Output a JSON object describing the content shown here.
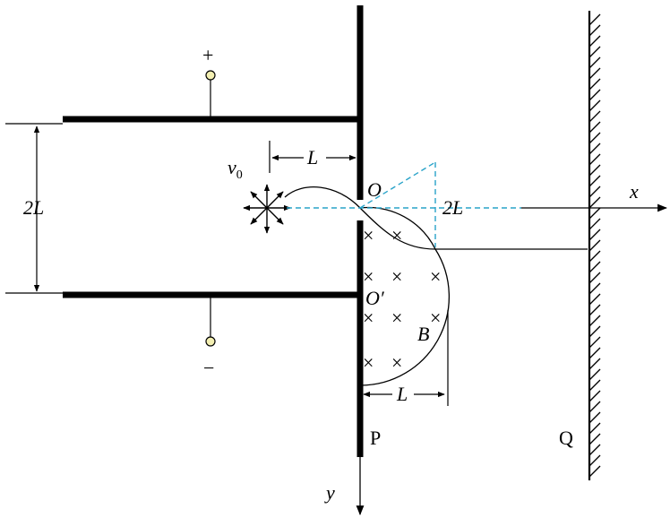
{
  "diagram": {
    "labels": {
      "plus": "+",
      "minus": "−",
      "two_l_left": "2L",
      "l_top": "L",
      "v0": "v",
      "v0_sub": "0",
      "o": "O",
      "o_prime": "O′",
      "two_l_right": "2L",
      "x_axis": "x",
      "y_axis": "y",
      "b_field": "B",
      "l_bottom": "L",
      "p_plate": "P",
      "q_screen": "Q"
    },
    "field_marker": "×",
    "colors": {
      "ink": "#000000",
      "construction": "#29a3c9",
      "terminal_fill": "#f3efb2"
    }
  }
}
